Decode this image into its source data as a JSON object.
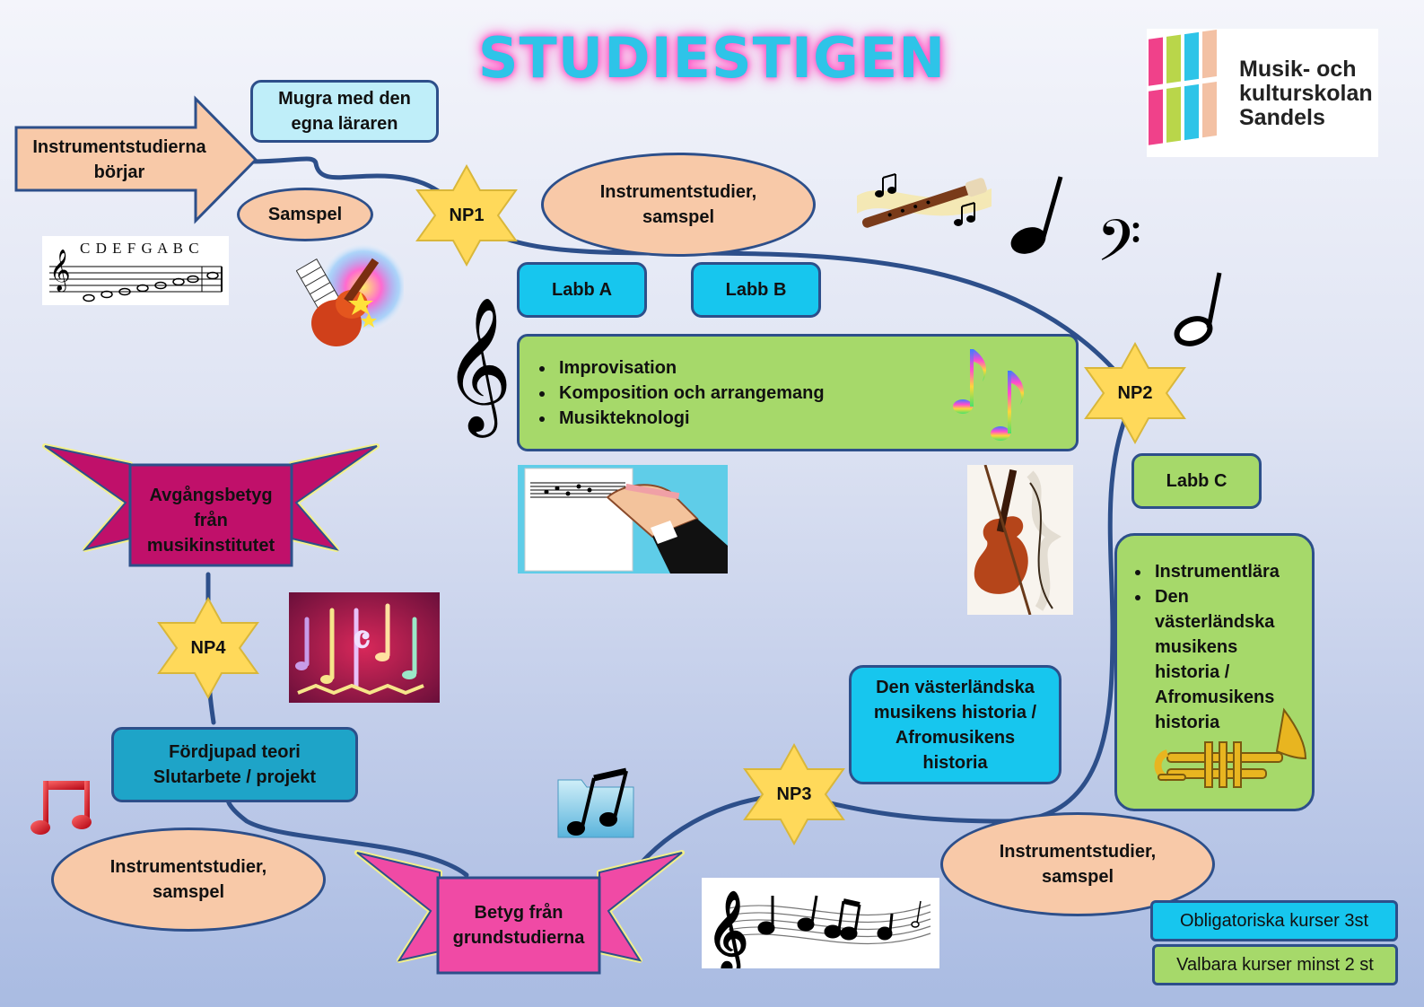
{
  "title": "STUDIESTIGEN",
  "logo": {
    "line1": "Musik- och",
    "line2": "kulturskolan",
    "line3": "Sandels"
  },
  "start_arrow": "Instrumentstudierna börjar",
  "boxes": {
    "mugra": "Mugra med den egna läraren",
    "labb_a": "Labb A",
    "labb_b": "Labb B",
    "labb_c": "Labb C",
    "westhist": "Den västerländska musikens historia / Afromusikens historia",
    "fordjupad_line1": "Fördjupad teori",
    "fordjupad_line2": "Slutarbete / projekt"
  },
  "ovals": {
    "samspel": "Samspel",
    "instr_top": "Instrumentstudier, samspel",
    "instr_right": "Instrumentstudier, samspel",
    "instr_left": "Instrumentstudier, samspel"
  },
  "np": {
    "np1": "NP1",
    "np2": "NP2",
    "np3": "NP3",
    "np4": "NP4"
  },
  "lab_green_list": [
    "Improvisation",
    "Komposition och arrangemang",
    "Musikteknologi"
  ],
  "right_green_list": [
    "Instrumentlära",
    "Den västerländska musikens historia / Afromusikens historia"
  ],
  "banners": {
    "avgang": "Avgångsbetyg från musikinstitutet",
    "betyg": "Betyg från grundstudierna"
  },
  "note_scale": "C D E F G A B C",
  "legend": {
    "obligatory": "Obligatoriska kurser 3st",
    "optional": "Valbara kurser minst 2 st"
  },
  "colors": {
    "path": "#2d4f8a",
    "star": "#ffd95a",
    "oval": "#f8c9a8",
    "cyan": "#17c6ee",
    "green": "#a6d96a",
    "banner_magenta": "#c0106a",
    "banner_pink": "#f04aa5",
    "title": "#2ec4e8"
  },
  "icons": [
    "treble-clef-icon",
    "bass-clef-icon",
    "quarter-note-icon",
    "half-note-icon",
    "beamed-notes-icon",
    "recorder-icon",
    "guitar-icon",
    "violin-icon",
    "trumpet-icon",
    "folder-notes-icon"
  ]
}
